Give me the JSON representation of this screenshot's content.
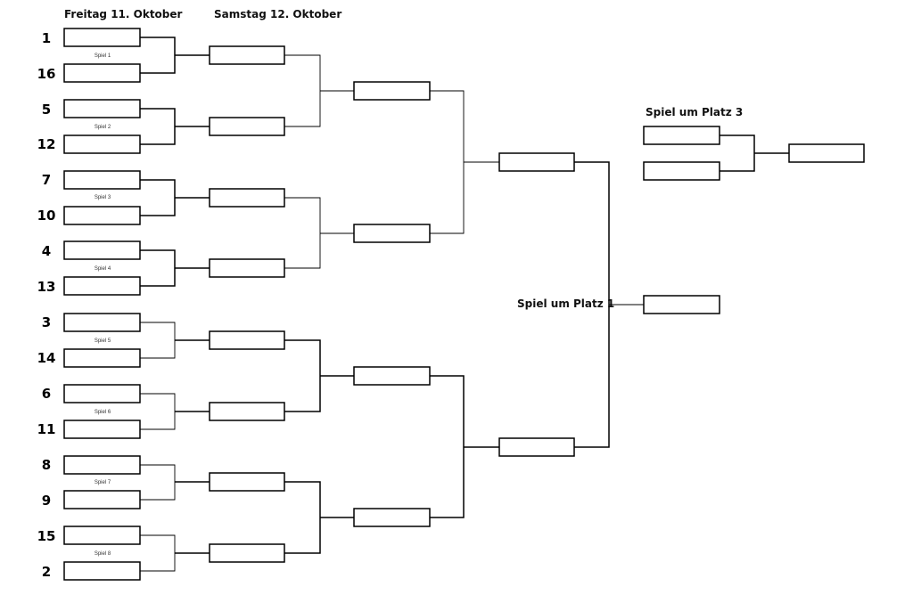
{
  "headers": {
    "day1": "Freitag 11. Oktober",
    "day2": "Samstag 12. Oktober",
    "third_place": "Spiel um Platz 3",
    "final": "Spiel um Platz 1"
  },
  "seeds": [
    "1",
    "16",
    "5",
    "12",
    "7",
    "10",
    "4",
    "13",
    "3",
    "14",
    "6",
    "11",
    "8",
    "9",
    "15",
    "2"
  ],
  "games": [
    "Spiel 1",
    "Spiel 2",
    "Spiel 3",
    "Spiel 4",
    "Spiel 5",
    "Spiel 6",
    "Spiel 7",
    "Spiel 8"
  ]
}
